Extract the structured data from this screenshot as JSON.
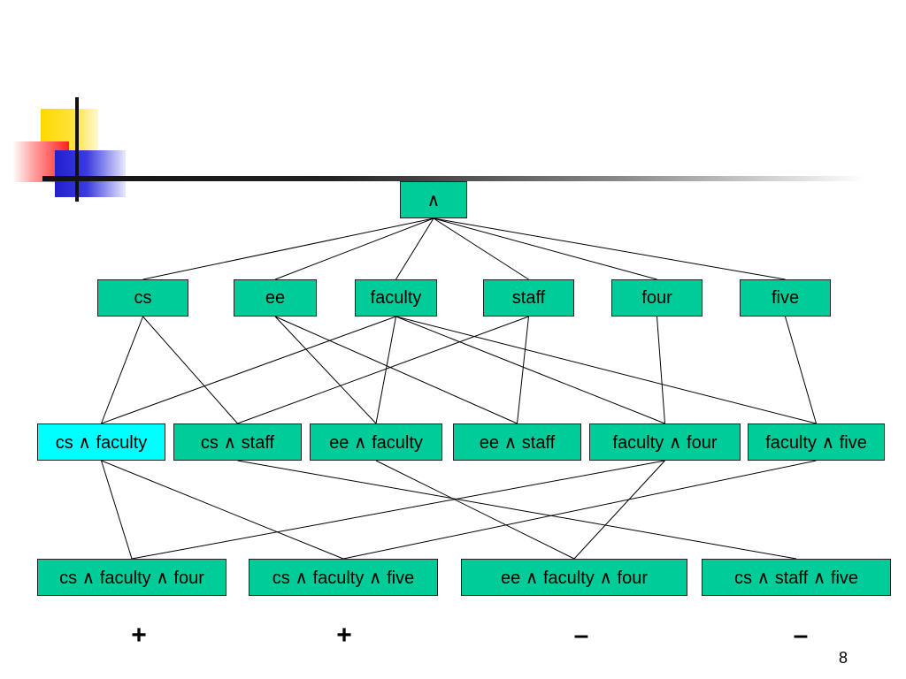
{
  "colors": {
    "node": "#00cc99",
    "node_highlight": "#00ffff",
    "edge": "#000000"
  },
  "nodes": {
    "root": "∧",
    "cs": "cs",
    "ee": "ee",
    "faculty": "faculty",
    "staff": "staff",
    "four": "four",
    "five": "five",
    "cs_faculty": "cs ∧ faculty",
    "cs_staff": "cs ∧ staff",
    "ee_faculty": "ee ∧ faculty",
    "ee_staff": "ee ∧ staff",
    "faculty_four": "faculty ∧ four",
    "faculty_five": "faculty ∧ five",
    "cs_faculty_four": "cs ∧ faculty ∧ four",
    "cs_faculty_five": "cs ∧ faculty ∧ five",
    "ee_faculty_four": "ee ∧ faculty ∧ four",
    "cs_staff_five": "cs ∧ staff ∧ five"
  },
  "highlighted": "cs_faculty",
  "edges": [
    [
      "root",
      "cs"
    ],
    [
      "root",
      "ee"
    ],
    [
      "root",
      "faculty"
    ],
    [
      "root",
      "staff"
    ],
    [
      "root",
      "four"
    ],
    [
      "root",
      "five"
    ],
    [
      "cs",
      "cs_faculty"
    ],
    [
      "cs",
      "cs_staff"
    ],
    [
      "ee",
      "ee_faculty"
    ],
    [
      "ee",
      "ee_staff"
    ],
    [
      "faculty",
      "cs_faculty"
    ],
    [
      "faculty",
      "ee_faculty"
    ],
    [
      "faculty",
      "faculty_four"
    ],
    [
      "faculty",
      "faculty_five"
    ],
    [
      "staff",
      "cs_staff"
    ],
    [
      "staff",
      "ee_staff"
    ],
    [
      "four",
      "faculty_four"
    ],
    [
      "five",
      "faculty_five"
    ],
    [
      "cs_faculty",
      "cs_faculty_four"
    ],
    [
      "cs_faculty",
      "cs_faculty_five"
    ],
    [
      "faculty_four",
      "cs_faculty_four"
    ],
    [
      "faculty_four",
      "ee_faculty_four"
    ],
    [
      "faculty_five",
      "cs_faculty_five"
    ],
    [
      "ee_faculty",
      "ee_faculty_four"
    ],
    [
      "cs_staff",
      "cs_staff_five"
    ]
  ],
  "signs": {
    "cs_faculty_four": "+",
    "cs_faculty_five": "+",
    "ee_faculty_four": "–",
    "cs_staff_five": "–"
  },
  "page_number": "8"
}
